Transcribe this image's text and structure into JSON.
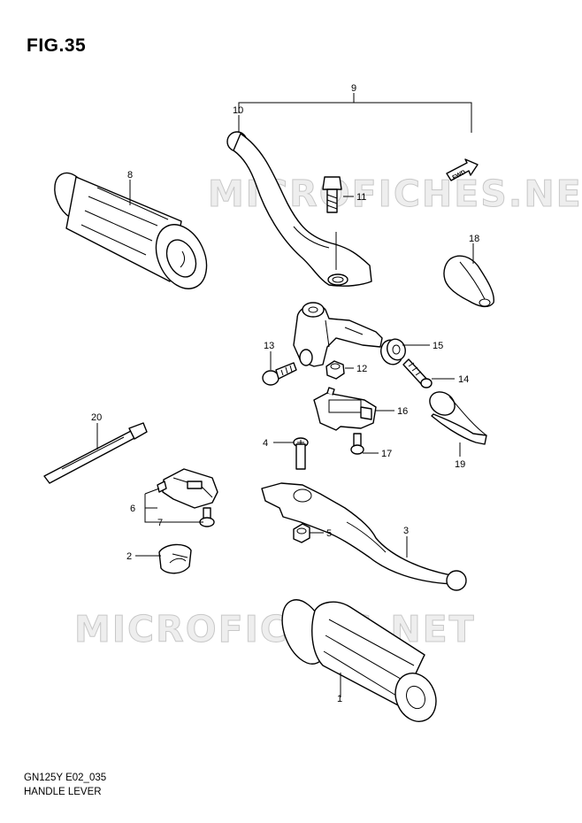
{
  "figure": {
    "title": "FIG.35",
    "model_code": "GN125Y E02_035",
    "caption": "HANDLE LEVER"
  },
  "watermark": {
    "text": "MICROFICHES.NET"
  },
  "direction_arrow": {
    "label": "FWD"
  },
  "callouts": {
    "c1": "1",
    "c2": "2",
    "c3": "3",
    "c4": "4",
    "c5": "5",
    "c6": "6",
    "c7": "7",
    "c8": "8",
    "c9": "9",
    "c10": "10",
    "c11": "11",
    "c12": "12",
    "c13": "13",
    "c14": "14",
    "c15": "15",
    "c16": "16",
    "c17": "17",
    "c18": "18",
    "c19": "19",
    "c20": "20"
  }
}
